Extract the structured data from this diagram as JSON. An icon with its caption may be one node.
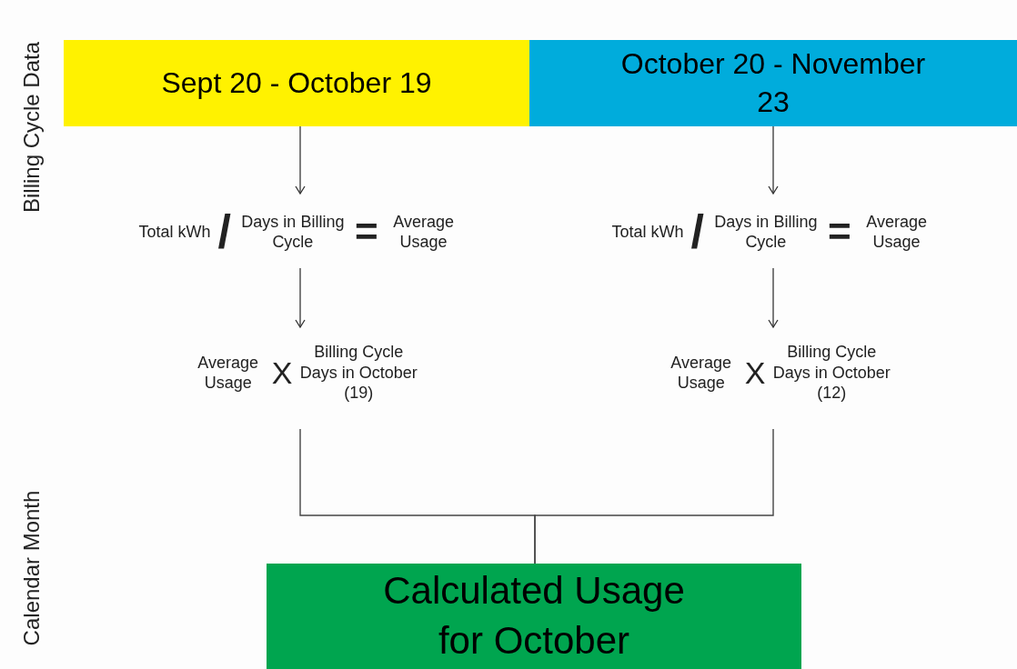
{
  "diagram": {
    "nodes": [
      {
        "text": [
          "Sept 20 - October 19"
        ]
      },
      {
        "text": [
          "October 20 - November 23"
        ]
      },
      {
        "text": [
          "Total kWh",
          "/",
          "Days in Billing Cycle",
          "=",
          "Average Usage"
        ]
      },
      {
        "text": [
          "Total kWh",
          "/",
          "Days in Billing Cycle",
          "=",
          "Average Usage"
        ]
      },
      {
        "text": [
          "Average Usage",
          "X",
          "Billing Cycle Days in October (19)"
        ]
      },
      {
        "text": [
          "Average Usage",
          "X",
          "Billing Cycle Days in October (12)"
        ]
      },
      {
        "text": [
          "Calculated Usage for October"
        ]
      }
    ],
    "edges": [
      {
        "from": 0,
        "to": 2,
        "arrow": "to"
      },
      {
        "from": 1,
        "to": 3,
        "arrow": "to"
      },
      {
        "from": 2,
        "to": 4,
        "arrow": "to"
      },
      {
        "from": 3,
        "to": 5,
        "arrow": "to"
      },
      {
        "from": 4,
        "to": 6,
        "arrow": "none"
      },
      {
        "from": 5,
        "to": 6,
        "arrow": "none"
      }
    ],
    "labels": [
      "Billing Cycle Data",
      "Calendar Month"
    ]
  }
}
